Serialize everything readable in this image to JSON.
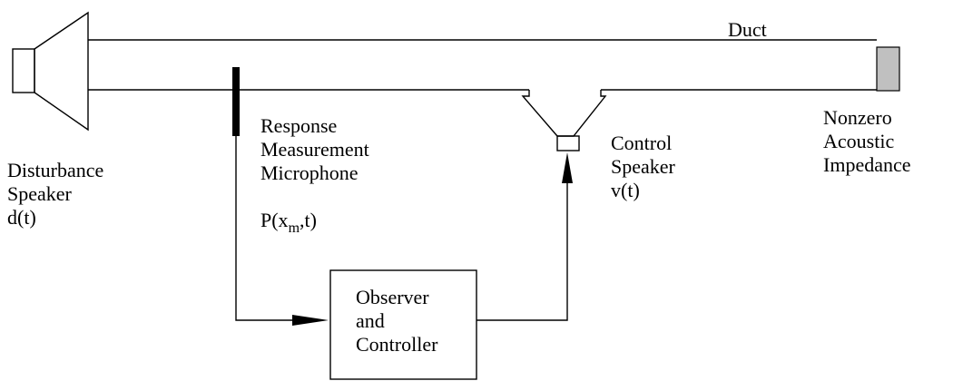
{
  "duct": {
    "label": "Duct"
  },
  "disturbance_speaker": {
    "lines": [
      "Disturbance",
      "Speaker",
      "d(t)"
    ]
  },
  "microphone": {
    "lines": [
      "Response",
      "Measurement",
      "Microphone"
    ],
    "signal": {
      "prefix": "P(x",
      "subscript": "m",
      "suffix": ",t)"
    }
  },
  "control_speaker": {
    "lines": [
      "Control",
      "Speaker",
      "v(t)"
    ]
  },
  "termination": {
    "lines": [
      "Nonzero",
      "Acoustic",
      "Impedance"
    ],
    "fill_color": "#c0c0c0"
  },
  "controller": {
    "lines": [
      "Observer",
      "and",
      "Controller"
    ]
  }
}
